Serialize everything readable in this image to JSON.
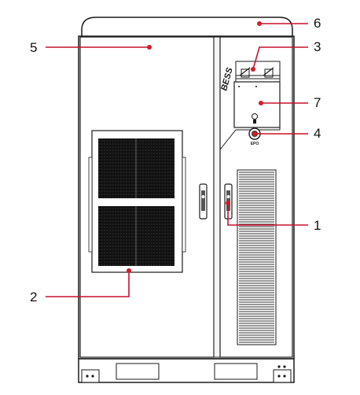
{
  "brand_label": "BESS",
  "emergency_stop_label": "EPO",
  "callouts": [
    {
      "id": "1",
      "label": "1"
    },
    {
      "id": "2",
      "label": "2"
    },
    {
      "id": "3",
      "label": "3"
    },
    {
      "id": "4",
      "label": "4"
    },
    {
      "id": "5",
      "label": "5"
    },
    {
      "id": "6",
      "label": "6"
    },
    {
      "id": "7",
      "label": "7"
    }
  ],
  "colors": {
    "outline": "#1a1a1a",
    "leader_line": "#c8102e",
    "leader_dot": "#d01c2b",
    "grille_dark": "#111111",
    "grille_light": "#e8e8e8",
    "cabinet_fill": "#ffffff"
  }
}
